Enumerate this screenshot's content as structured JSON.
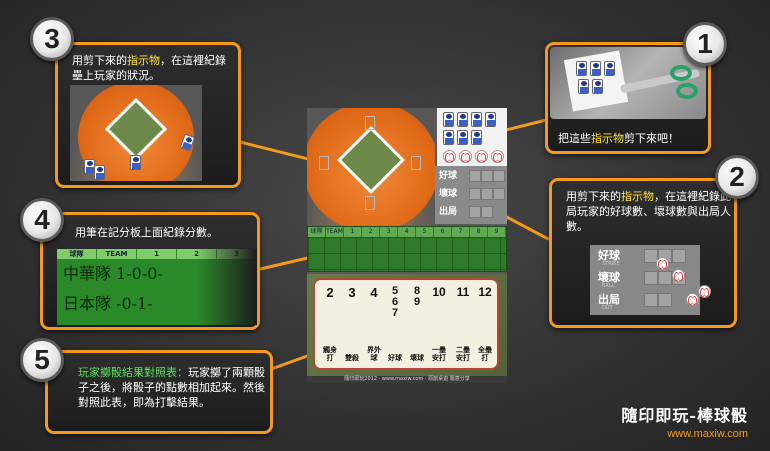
{
  "callouts": {
    "step1": {
      "number": "1",
      "text_pre": "把這些",
      "text_hl": "指示物",
      "text_post": "剪下來吧！"
    },
    "step2": {
      "number": "2",
      "text_pre": "用剪下來的",
      "text_hl": "指示物",
      "text_post": "，在這裡紀錄此局玩家的好球數、壞球數與出局人數。",
      "labels": [
        "好球",
        "壞球",
        "出局"
      ],
      "sublabels": [
        "STRIKE",
        "BALL",
        "OUT"
      ]
    },
    "step3": {
      "number": "3",
      "text_pre": "用剪下來的",
      "text_hl": "指示物",
      "text_post": "，在這裡紀錄壘上玩家的狀況。"
    },
    "step4": {
      "number": "4",
      "text": "用筆在記分板上面紀錄分數。",
      "header": [
        "球隊",
        "TEAM",
        "1",
        "2",
        "3"
      ],
      "rows": [
        "中華隊 1-0-0-",
        "日本隊 -0-1-"
      ]
    },
    "step5": {
      "number": "5",
      "text_hl": "玩家擲骰結果對照表：",
      "text_post": "玩家擲了兩顆骰子之後，將骰子的點數相加起來。然後對照此表，即為打擊結果。"
    }
  },
  "board": {
    "count_labels": [
      "好球",
      "壞球",
      "出局"
    ],
    "count_sublabels": [
      "STRIKE",
      "BALL",
      "OUT"
    ],
    "scoreboard_header": [
      "球隊",
      "TEAM",
      "1",
      "2",
      "3",
      "4",
      "5",
      "6",
      "7",
      "8",
      "9"
    ],
    "result_table": [
      {
        "num": "2",
        "result": "觸身打"
      },
      {
        "num": "3",
        "result": "雙殺"
      },
      {
        "num": "4",
        "result": "界外球"
      },
      {
        "num": "5 6 7",
        "result": "好球"
      },
      {
        "num": "8 9",
        "result": "壞球"
      },
      {
        "num": "10",
        "result": "一壘安打"
      },
      {
        "num": "11",
        "result": "二壘安打"
      },
      {
        "num": "12",
        "result": "全壘打"
      }
    ],
    "footer": "隨印即玩2012 · www.maxiw.com · 原創桌遊 隨意分享"
  },
  "brand": {
    "title": "隨印即玩-棒球骰",
    "url": "www.maxiw.com"
  },
  "colors": {
    "accent": "#f39a1e",
    "highlight": "#ffe33a",
    "highlight_green": "#5ee05e"
  }
}
